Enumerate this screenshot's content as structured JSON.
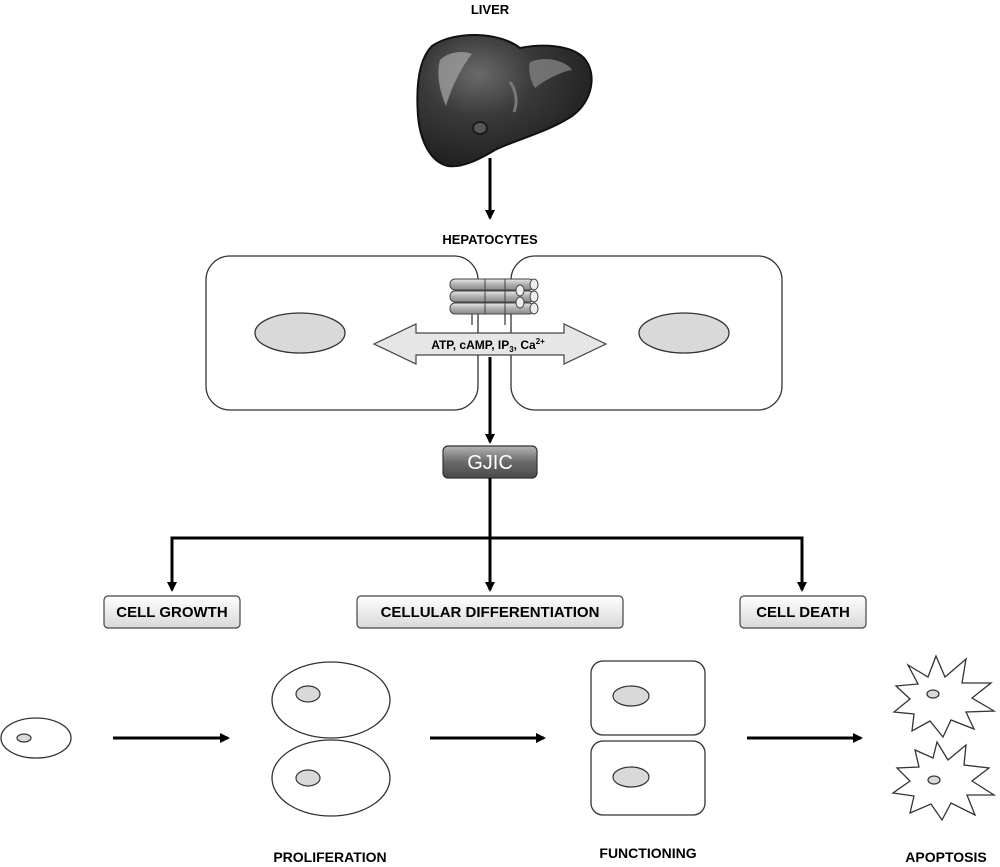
{
  "labels": {
    "liver": "LIVER",
    "hepatocytes": "HEPATOCYTES",
    "molecules": "ATP, cAMP, IP",
    "molecules_sub": "3",
    "molecules_ca": ", Ca",
    "molecules_sup": "2+",
    "gjic": "GJIC",
    "cell_growth": "CELL GROWTH",
    "cellular_differentiation": "CELLULAR DIFFERENTIATION",
    "cell_death": "CELL DEATH",
    "proliferation": "PROLIFERATION",
    "functioning": "FUNCTIONING",
    "apoptosis": "APOPTOSIS"
  },
  "colors": {
    "liver_dark": "#2e2e2e",
    "liver_highlight": "#9a9a9a",
    "nucleus_fill": "#d9d9d9",
    "arrow_fill": "#e6e6e6",
    "gjic_fill": "#7a7a7a",
    "box_fill": "#f0f0f0",
    "channel_fill": "#c8c8c8"
  }
}
